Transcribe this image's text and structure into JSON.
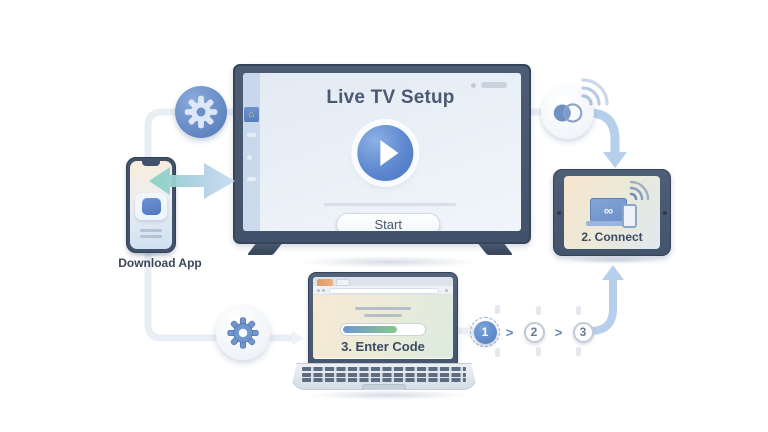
{
  "tv": {
    "title": "Live TV Setup",
    "start_button": "Start"
  },
  "phone": {
    "caption": "Download App"
  },
  "tablet": {
    "caption": "2. Connect",
    "laptop_symbol": "∞"
  },
  "laptop": {
    "caption": "3. Enter Code"
  },
  "steps": {
    "separator": ">",
    "items": [
      {
        "label": "1",
        "active": true
      },
      {
        "label": "2",
        "active": false
      },
      {
        "label": "3",
        "active": false
      }
    ]
  },
  "icons": {
    "gear_top": "gear-icon",
    "gear_bottom": "gear-icon",
    "pairing": "overlapping-circles-icon",
    "wifi": "wifi-icon",
    "play": "play-icon",
    "home": "home-icon"
  },
  "colors": {
    "background": "#ffffff",
    "device_frame": "#46566e",
    "accent_blue": "#5c84c4",
    "arrow_teal": "#8fd5c1",
    "arrow_blue": "#b5cfec",
    "connector": "#e9eef4",
    "progress_start": "#6f97cf",
    "progress_end": "#86c98c",
    "text_dark": "#3d4b60"
  }
}
